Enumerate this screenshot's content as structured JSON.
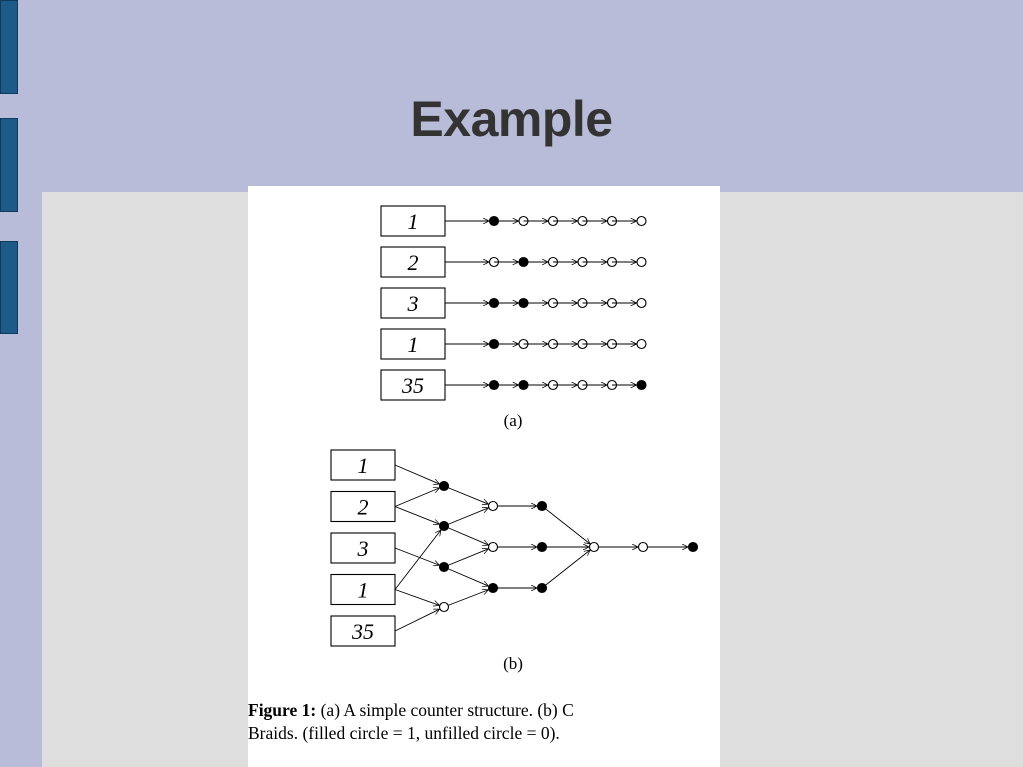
{
  "slide": {
    "title": "Example"
  },
  "panel_a": {
    "label": "(a)",
    "rows": [
      {
        "counter": "1",
        "bits": [
          1,
          0,
          0,
          0,
          0,
          0
        ]
      },
      {
        "counter": "2",
        "bits": [
          0,
          1,
          0,
          0,
          0,
          0
        ]
      },
      {
        "counter": "3",
        "bits": [
          1,
          1,
          0,
          0,
          0,
          0
        ]
      },
      {
        "counter": "1",
        "bits": [
          1,
          0,
          0,
          0,
          0,
          0
        ]
      },
      {
        "counter": "35",
        "bits": [
          1,
          1,
          0,
          0,
          0,
          1
        ]
      }
    ]
  },
  "panel_b": {
    "label": "(b)",
    "counters": [
      "1",
      "2",
      "3",
      "1",
      "35"
    ],
    "layer1": [
      1,
      1,
      1,
      0
    ],
    "layer2": [
      0,
      0,
      1
    ],
    "layer3": [
      1,
      1,
      1
    ],
    "tail": [
      0,
      0,
      1
    ]
  },
  "caption": {
    "bold_prefix": "Figure 1:",
    "line1": " (a) A simple counter structure. (b) C",
    "line2": "Braids. (filled circle = 1, unfilled circle = 0)."
  }
}
